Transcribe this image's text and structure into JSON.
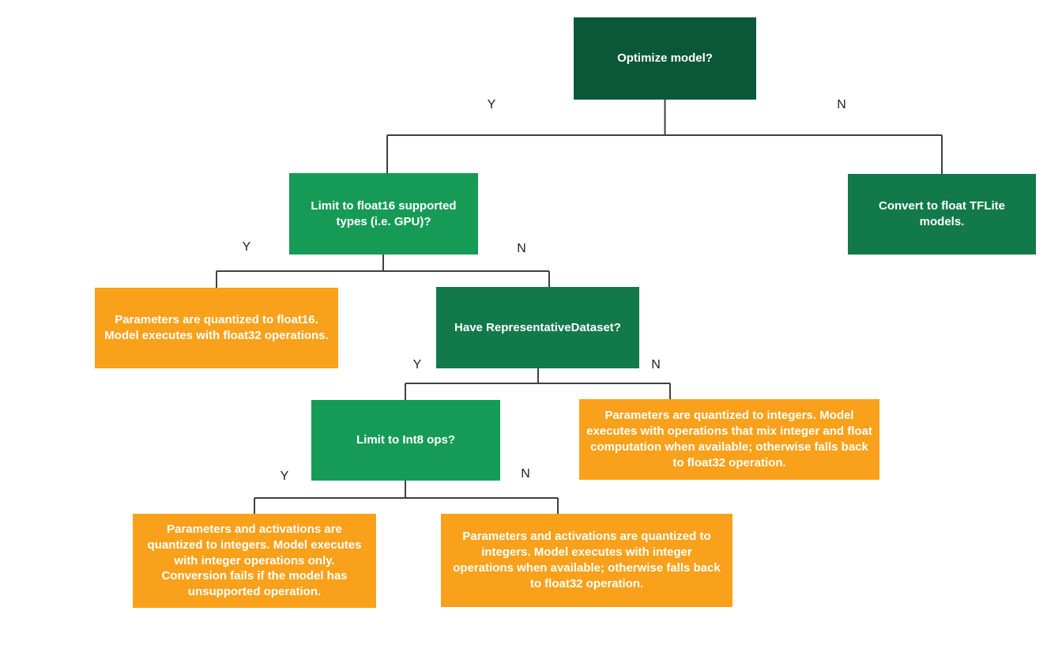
{
  "colors": {
    "dark_green": "#0b5838",
    "mid_green": "#12794a",
    "green": "#169b56",
    "orange": "#f9a11b",
    "line": "#404040",
    "label_text": "#202124",
    "node_text": "#ffffff"
  },
  "nodes": {
    "optimize": {
      "label": "Optimize model?"
    },
    "limit_float16": {
      "label": "Limit to float16 supported types (i.e. GPU)?"
    },
    "convert_float": {
      "label": "Convert to float TFLite models."
    },
    "quant_float16": {
      "label": "Parameters are quantized to float16. Model executes with float32 operations."
    },
    "have_dataset": {
      "label": "Have RepresentativeDataset?"
    },
    "quant_int_mixed": {
      "label": "Parameters are quantized to integers. Model executes with operations that mix integer and float computation when available; otherwise falls back to float32 operation."
    },
    "limit_int8": {
      "label": "Limit to Int8 ops?"
    },
    "quant_int_only": {
      "label": "Parameters and activations are quantized to integers. Model executes with integer operations only. Conversion fails if the model has unsupported operation."
    },
    "quant_int_fallback": {
      "label": "Parameters and activations are quantized to integers. Model executes with integer operations when available; otherwise falls back to float32 operation."
    }
  },
  "edge_labels": {
    "optimize_yes": "Y",
    "optimize_no": "N",
    "limit_float16_yes": "Y",
    "limit_float16_no": "N",
    "have_dataset_yes": "Y",
    "have_dataset_no": "N",
    "limit_int8_yes": "Y",
    "limit_int8_no": "N"
  }
}
